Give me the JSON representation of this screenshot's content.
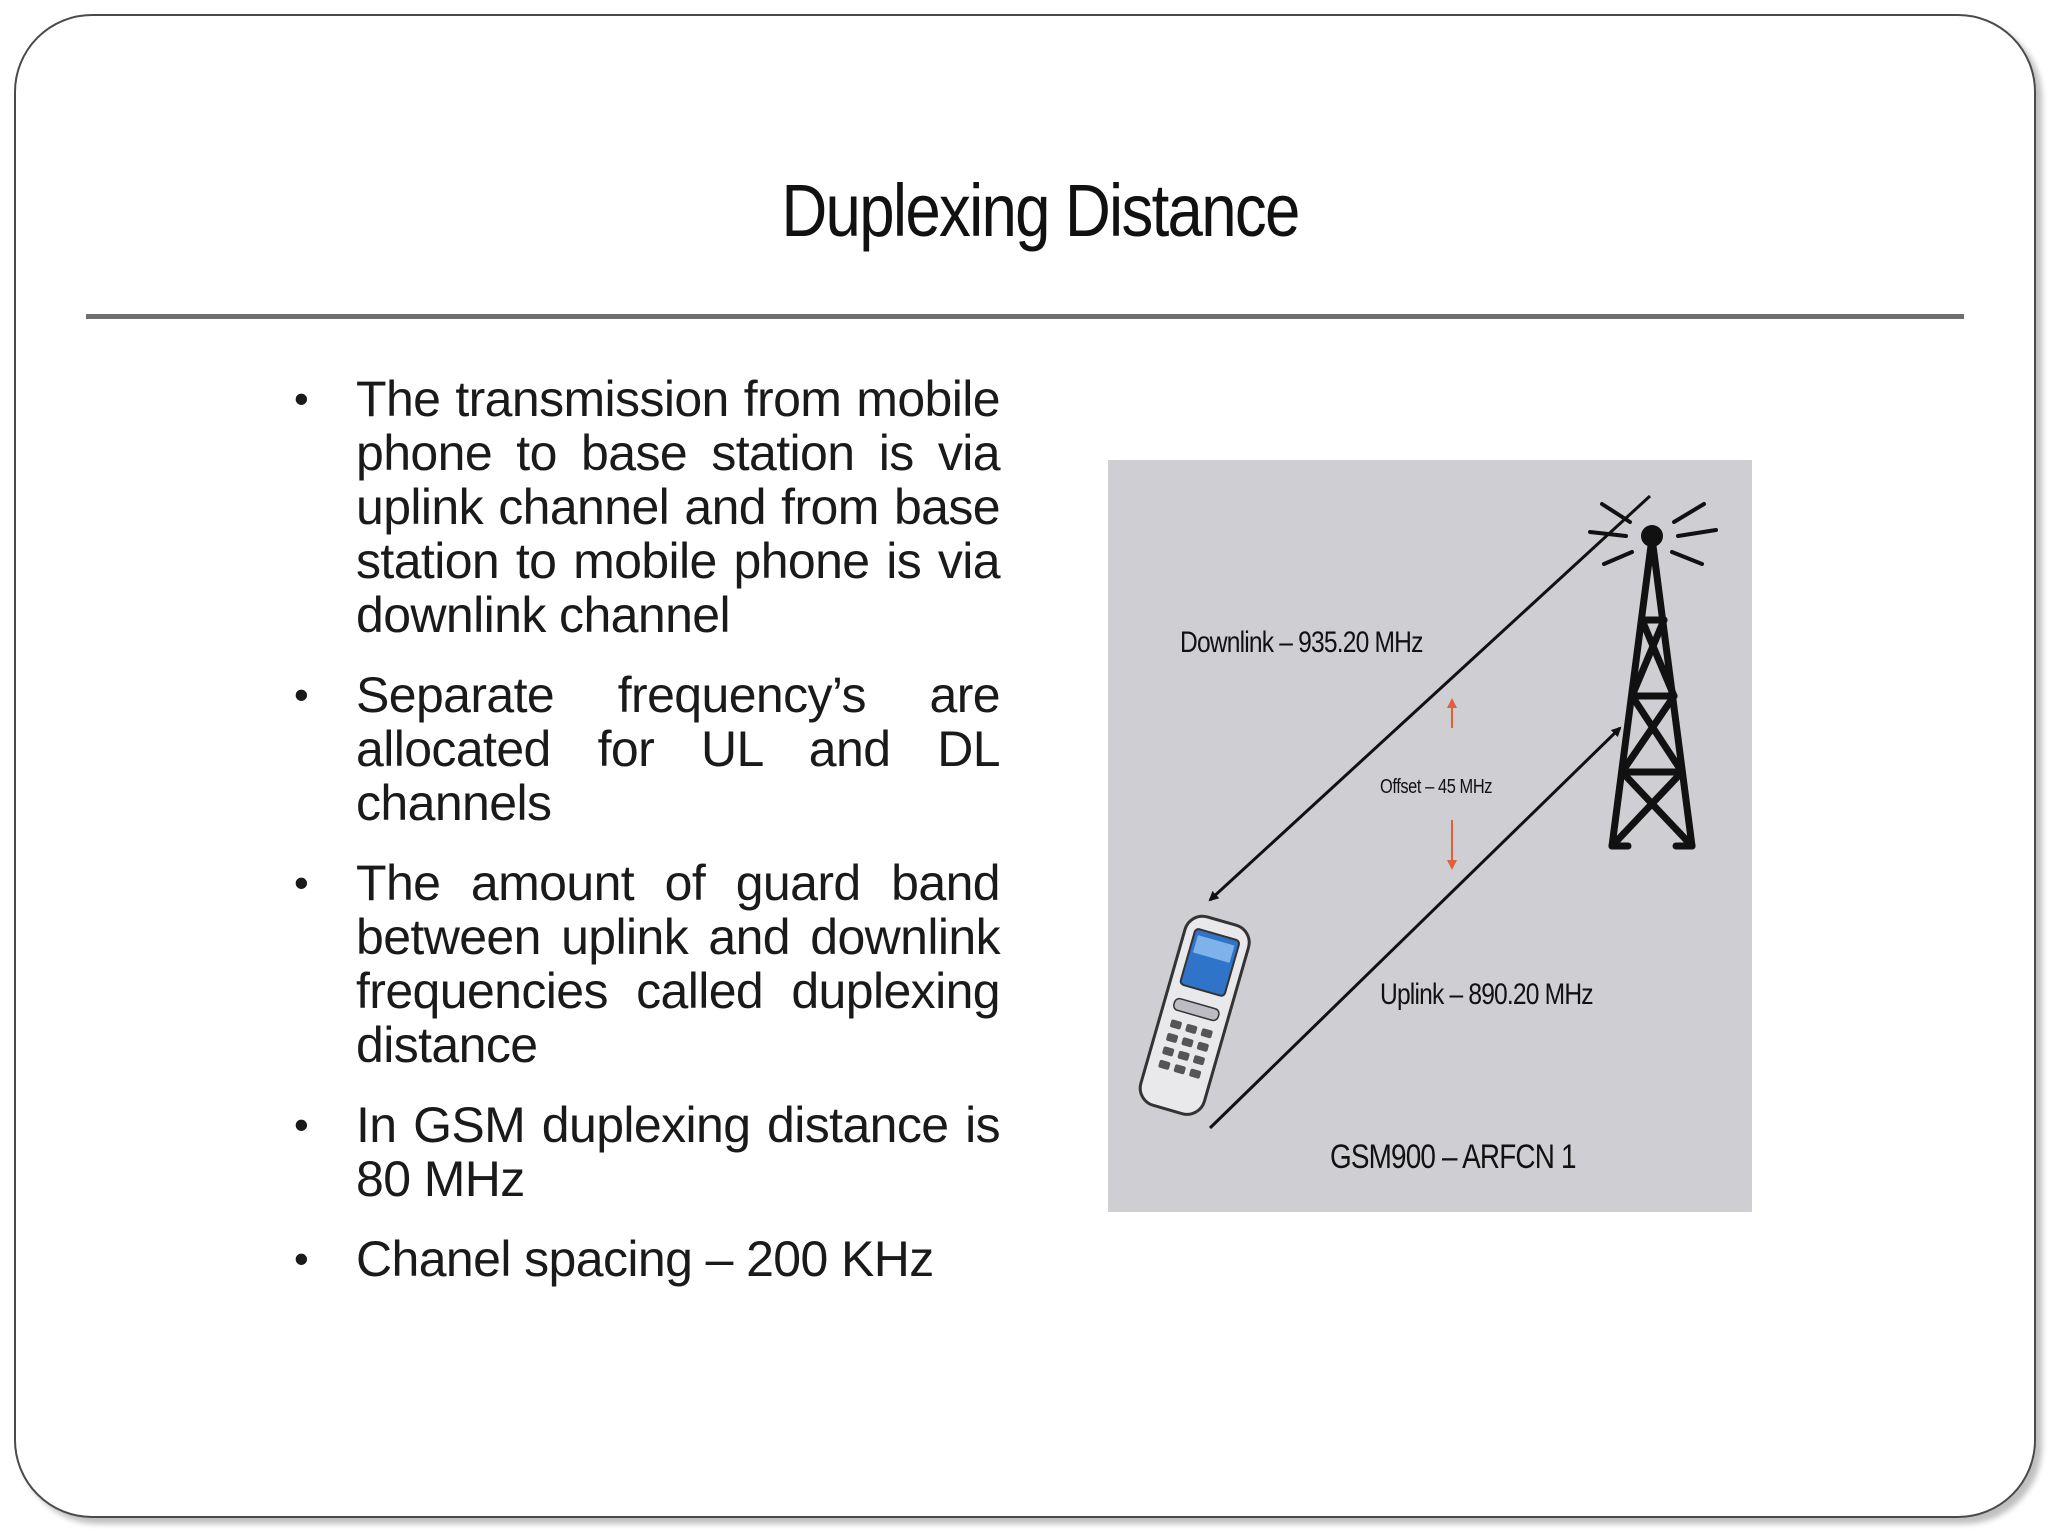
{
  "slide": {
    "title": "Duplexing Distance",
    "bullets": [
      "The transmission from mobile phone to base station is via uplink channel and from base station to mobile phone is via downlink channel",
      "Separate frequency’s are allocated for UL and DL channels",
      "The amount of guard band between uplink and downlink frequencies called duplexing distance",
      "In GSM duplexing distance is 80 MHz",
      "Chanel spacing – 200 KHz"
    ]
  },
  "diagram": {
    "downlink_label": "Downlink – 935.20 MHz",
    "offset_label": "Offset – 45 MHz",
    "uplink_label": "Uplink – 890.20 MHz",
    "caption": "GSM900 – ARFCN 1",
    "icons": [
      "mobile-phone-icon",
      "cell-tower-icon"
    ],
    "colors": {
      "background": "#cfced3",
      "offset_arrow": "#e0603c",
      "lines": "#111111"
    }
  }
}
